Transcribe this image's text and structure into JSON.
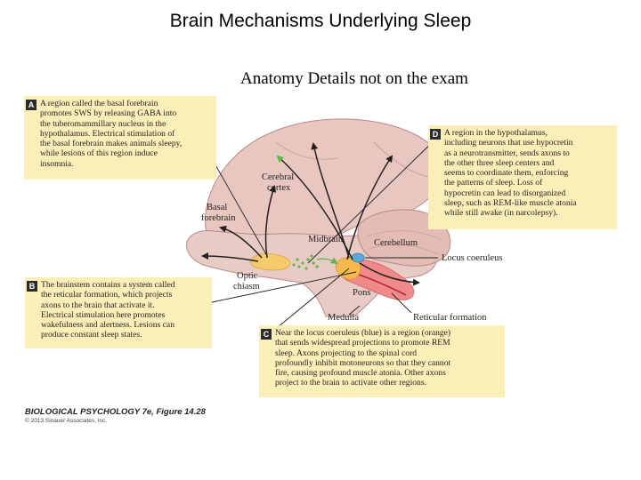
{
  "page_title": "Brain Mechanisms Underlying Sleep",
  "subtitle": "Anatomy Details not on the exam",
  "boxes": {
    "a": {
      "badge": "A",
      "lines": [
        "A region called the basal forebrain",
        "promotes SWS by releasing GABA into",
        "the tuberomammillary nucleus in the",
        "hypothalamus. Electrical stimulation of",
        "the basal forebrain makes animals sleepy,",
        "while lesions of this region induce",
        "insomnia."
      ]
    },
    "b": {
      "badge": "B",
      "lines": [
        "The brainstem contains a system called",
        "the reticular formation, which projects",
        "axons to the brain that activate it.",
        "Electrical stimulation here promotes",
        "wakefulness and alertness. Lesions can",
        "produce constant sleep states."
      ]
    },
    "c": {
      "badge": "C",
      "lines": [
        "Near the locus coeruleus (blue) is a region (orange)",
        "that sends widespread projections to promote REM",
        "sleep. Axons projecting to the spinal cord",
        "profoundly inhibit motoneurons so that they cannot",
        "fire, causing profound muscle atonia. Other axons",
        "project to the brain to activate other regions."
      ]
    },
    "d": {
      "badge": "D",
      "lines": [
        "A region in the hypothalamus,",
        "including neurons that use hypocretin",
        "as a neurotransmitter, sends axons to",
        "the other three sleep centers and",
        "seems to coordinate them, enforcing",
        "the patterns of sleep. Loss of",
        "hypocretin can lead to disorganized",
        "sleep, such as REM-like muscle atonia",
        "while still awake (in narcolepsy)."
      ]
    }
  },
  "labels": {
    "cerebral_cortex": [
      "Cerebral",
      "cortex"
    ],
    "basal_forebrain": [
      "Basal",
      "forebrain"
    ],
    "midbrain": "Midbrain",
    "cerebellum": "Cerebellum",
    "locus_coeruleus": "Locus coeruleus",
    "optic_chiasm": [
      "Optic",
      "chiasm"
    ],
    "pons": "Pons",
    "medulla": "Medulla",
    "reticular_formation": "Reticular formation"
  },
  "credit": {
    "line1": "BIOLOGICAL PSYCHOLOGY 7e, Figure 14.28",
    "line2": "© 2013 Sinauer Associates, Inc."
  },
  "colors": {
    "box_fill": "#fbeeb8",
    "brain_fill": "#e9c9c3",
    "orange_region": "#f6ca6a",
    "blue_region": "#5aa9d8",
    "pink_region": "#f08a8a",
    "green_dots": "#5fb84a"
  }
}
